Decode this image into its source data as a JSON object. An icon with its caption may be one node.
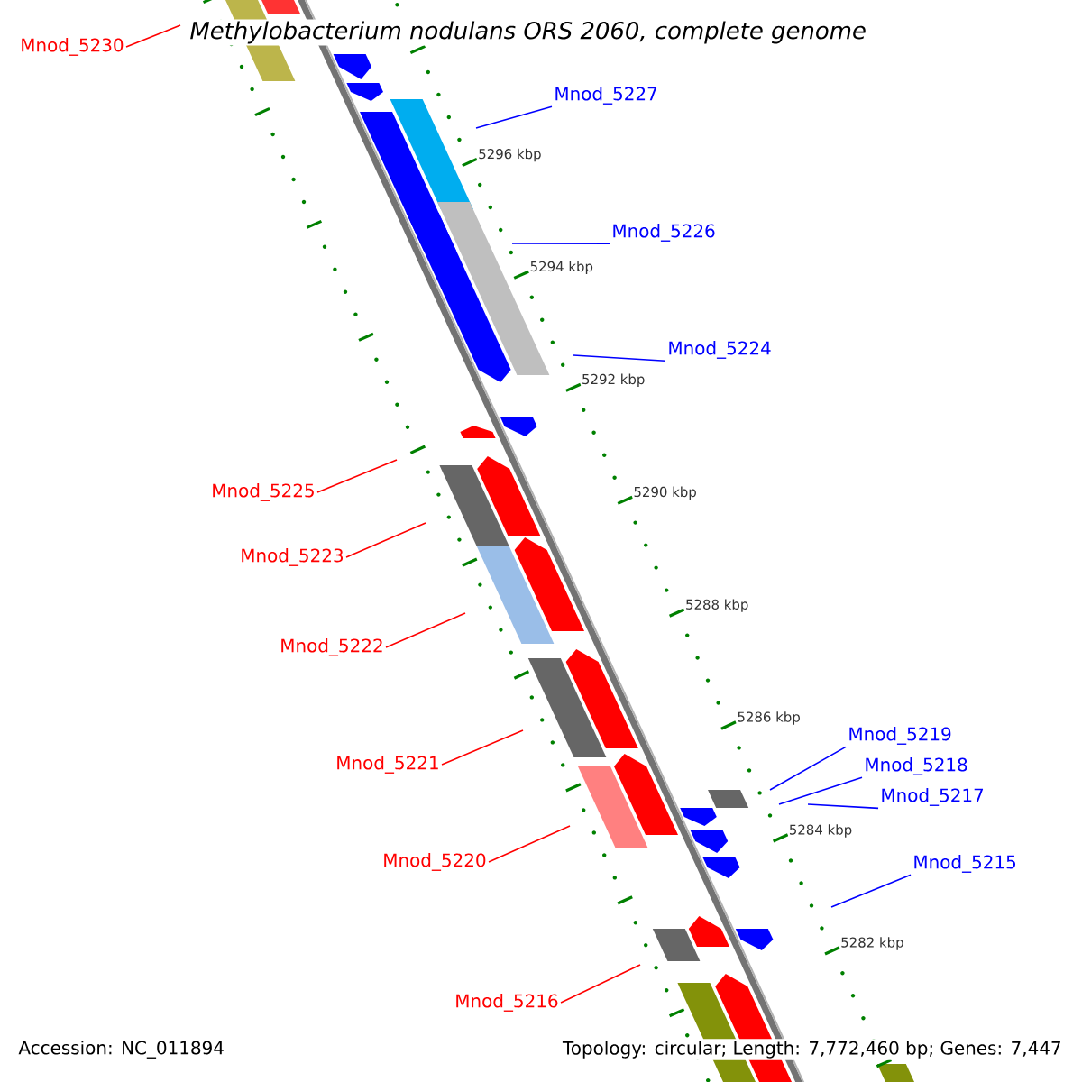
{
  "diagram": {
    "title": "Methylobacterium nodulans ORS 2060, complete genome",
    "nodes": [
      {
        "text": [
          "Mnod_5230"
        ]
      },
      {
        "text": [
          "Mnod_5227"
        ]
      },
      {
        "text": [
          "Mnod_5226"
        ]
      },
      {
        "text": [
          "Mnod_5224"
        ]
      },
      {
        "text": [
          "Mnod_5225"
        ]
      },
      {
        "text": [
          "Mnod_5223"
        ]
      },
      {
        "text": [
          "Mnod_5222"
        ]
      },
      {
        "text": [
          "Mnod_5219"
        ]
      },
      {
        "text": [
          "Mnod_5221"
        ]
      },
      {
        "text": [
          "Mnod_5218"
        ]
      },
      {
        "text": [
          "Mnod_5217"
        ]
      },
      {
        "text": [
          "Mnod_5220"
        ]
      },
      {
        "text": [
          "Mnod_5215"
        ]
      },
      {
        "text": [
          "Mnod_5216"
        ]
      }
    ],
    "edges": [
      {
        "from": 0,
        "to": null,
        "arrow": "none",
        "color": "#ff0000"
      },
      {
        "from": 1,
        "to": null,
        "arrow": "none",
        "color": "#0000ff"
      },
      {
        "from": 2,
        "to": null,
        "arrow": "none",
        "color": "#0000ff"
      },
      {
        "from": 3,
        "to": null,
        "arrow": "none",
        "color": "#0000ff"
      },
      {
        "from": 4,
        "to": null,
        "arrow": "none",
        "color": "#ff0000"
      },
      {
        "from": 5,
        "to": null,
        "arrow": "none",
        "color": "#ff0000"
      },
      {
        "from": 6,
        "to": null,
        "arrow": "none",
        "color": "#ff0000"
      },
      {
        "from": 7,
        "to": null,
        "arrow": "none",
        "color": "#0000ff"
      },
      {
        "from": 8,
        "to": null,
        "arrow": "none",
        "color": "#ff0000"
      },
      {
        "from": 9,
        "to": null,
        "arrow": "none",
        "color": "#0000ff"
      },
      {
        "from": 10,
        "to": null,
        "arrow": "none",
        "color": "#0000ff"
      },
      {
        "from": 11,
        "to": null,
        "arrow": "none",
        "color": "#ff0000"
      },
      {
        "from": 12,
        "to": null,
        "arrow": "none",
        "color": "#0000ff"
      },
      {
        "from": 13,
        "to": null,
        "arrow": "none",
        "color": "#ff0000"
      }
    ],
    "labels": [
      "5296 kbp",
      "5294 kbp",
      "5292 kbp",
      "5290 kbp",
      "5288 kbp",
      "5286 kbp",
      "5284 kbp",
      "5282 kbp",
      "Accession: NC_011894",
      "Topology: circular; Length: 7,772,460 bp; Genes: 7,447"
    ]
  }
}
